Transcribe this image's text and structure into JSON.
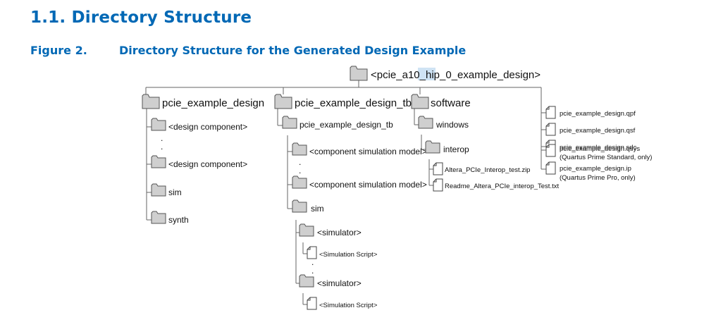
{
  "section": {
    "heading": "1.1. Directory Structure"
  },
  "figure": {
    "number": "Figure 2.",
    "title": "Directory Structure for the Generated Design Example"
  },
  "tree": {
    "root": {
      "label": "<pcie_a10_hip_0_example_design>",
      "highlight": "hip"
    },
    "design": {
      "label": "pcie_example_design",
      "children": [
        "<design component>",
        "<design component>",
        "sim",
        "synth"
      ]
    },
    "tb": {
      "label": "pcie_example_design_tb",
      "sub": "pcie_example_design_tb",
      "models": [
        "<component simulation model>",
        "<component simulation model>"
      ],
      "sim": "sim",
      "simulators": [
        "<simulator>",
        "<simulator>"
      ],
      "scripts": [
        "<Simulation Script>",
        "<Simulation Script>"
      ]
    },
    "software": {
      "label": "software",
      "windows": "windows",
      "interop": "interop",
      "files": [
        "Altera_PCIe_Interop_test.zip",
        "Readme_Altera_PCIe_interop_Test.txt"
      ]
    },
    "root_files": [
      {
        "name": "pcie_example_design.qpf"
      },
      {
        "name": "pcie_example_design.qsf"
      },
      {
        "name": "pcie_example_design.sdc"
      },
      {
        "name": "pcie_example_design.qsys",
        "note": "(Quartus Prime Standard, only)"
      },
      {
        "name": "pcie_example_design.ip",
        "note": "(Quartus Prime Pro, only)"
      }
    ],
    "ellipsis": "."
  }
}
